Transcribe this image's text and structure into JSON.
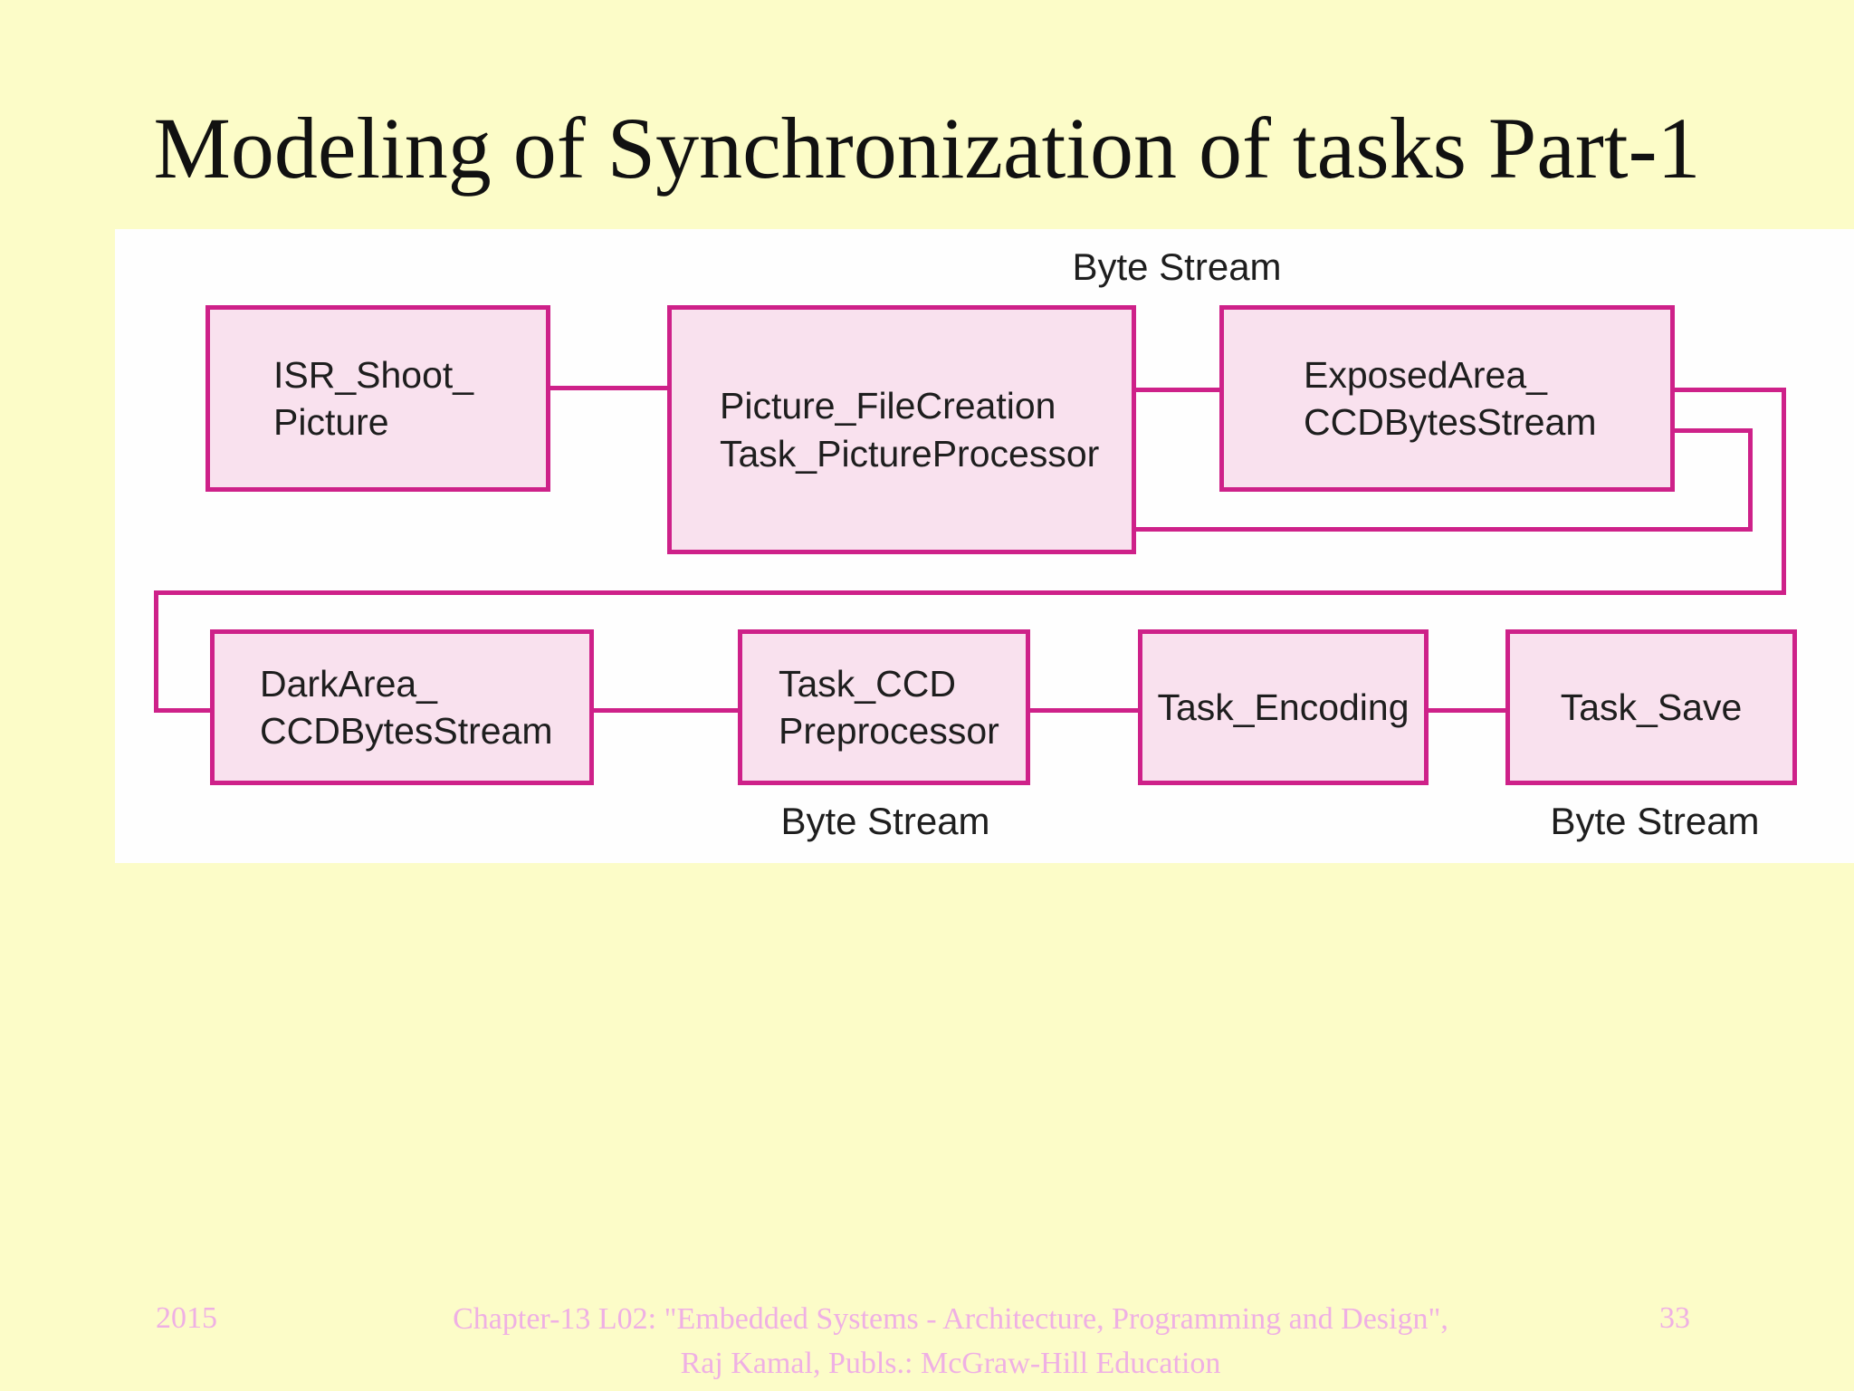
{
  "slide": {
    "title": "Modeling of Synchronization of tasks Part-1",
    "background_color": "#FCFCC8",
    "accent_color": "#CE2189",
    "box_fill_color": "#F9E1EE"
  },
  "diagram": {
    "labels": {
      "byte_stream_top": "Byte Stream",
      "byte_stream_bottom_left": "Byte Stream",
      "byte_stream_bottom_right": "Byte Stream"
    },
    "boxes": [
      {
        "id": "isr-shoot-picture",
        "lines": [
          "ISR_Shoot_",
          "Picture"
        ]
      },
      {
        "id": "picture-filecreation-task-pictureprocessor",
        "lines": [
          "Picture_FileCreation",
          "Task_PictureProcessor"
        ]
      },
      {
        "id": "exposedarea-ccdbytesstream",
        "lines": [
          "ExposedArea_",
          "CCDBytesStream"
        ]
      },
      {
        "id": "darkarea-ccdbytesstream",
        "lines": [
          "DarkArea_",
          "CCDBytesStream"
        ]
      },
      {
        "id": "task-ccd-preprocessor",
        "lines": [
          "Task_CCD",
          "Preprocessor"
        ]
      },
      {
        "id": "task-encoding",
        "lines": [
          "Task_Encoding"
        ]
      },
      {
        "id": "task-save",
        "lines": [
          "Task_Save"
        ]
      }
    ]
  },
  "footer": {
    "year": "2015",
    "citation_line1": "Chapter-13 L02: \"Embedded Systems - Architecture, Programming and Design\",",
    "citation_line2": "Raj Kamal, Publs.: McGraw-Hill Education",
    "page_number": "33"
  }
}
